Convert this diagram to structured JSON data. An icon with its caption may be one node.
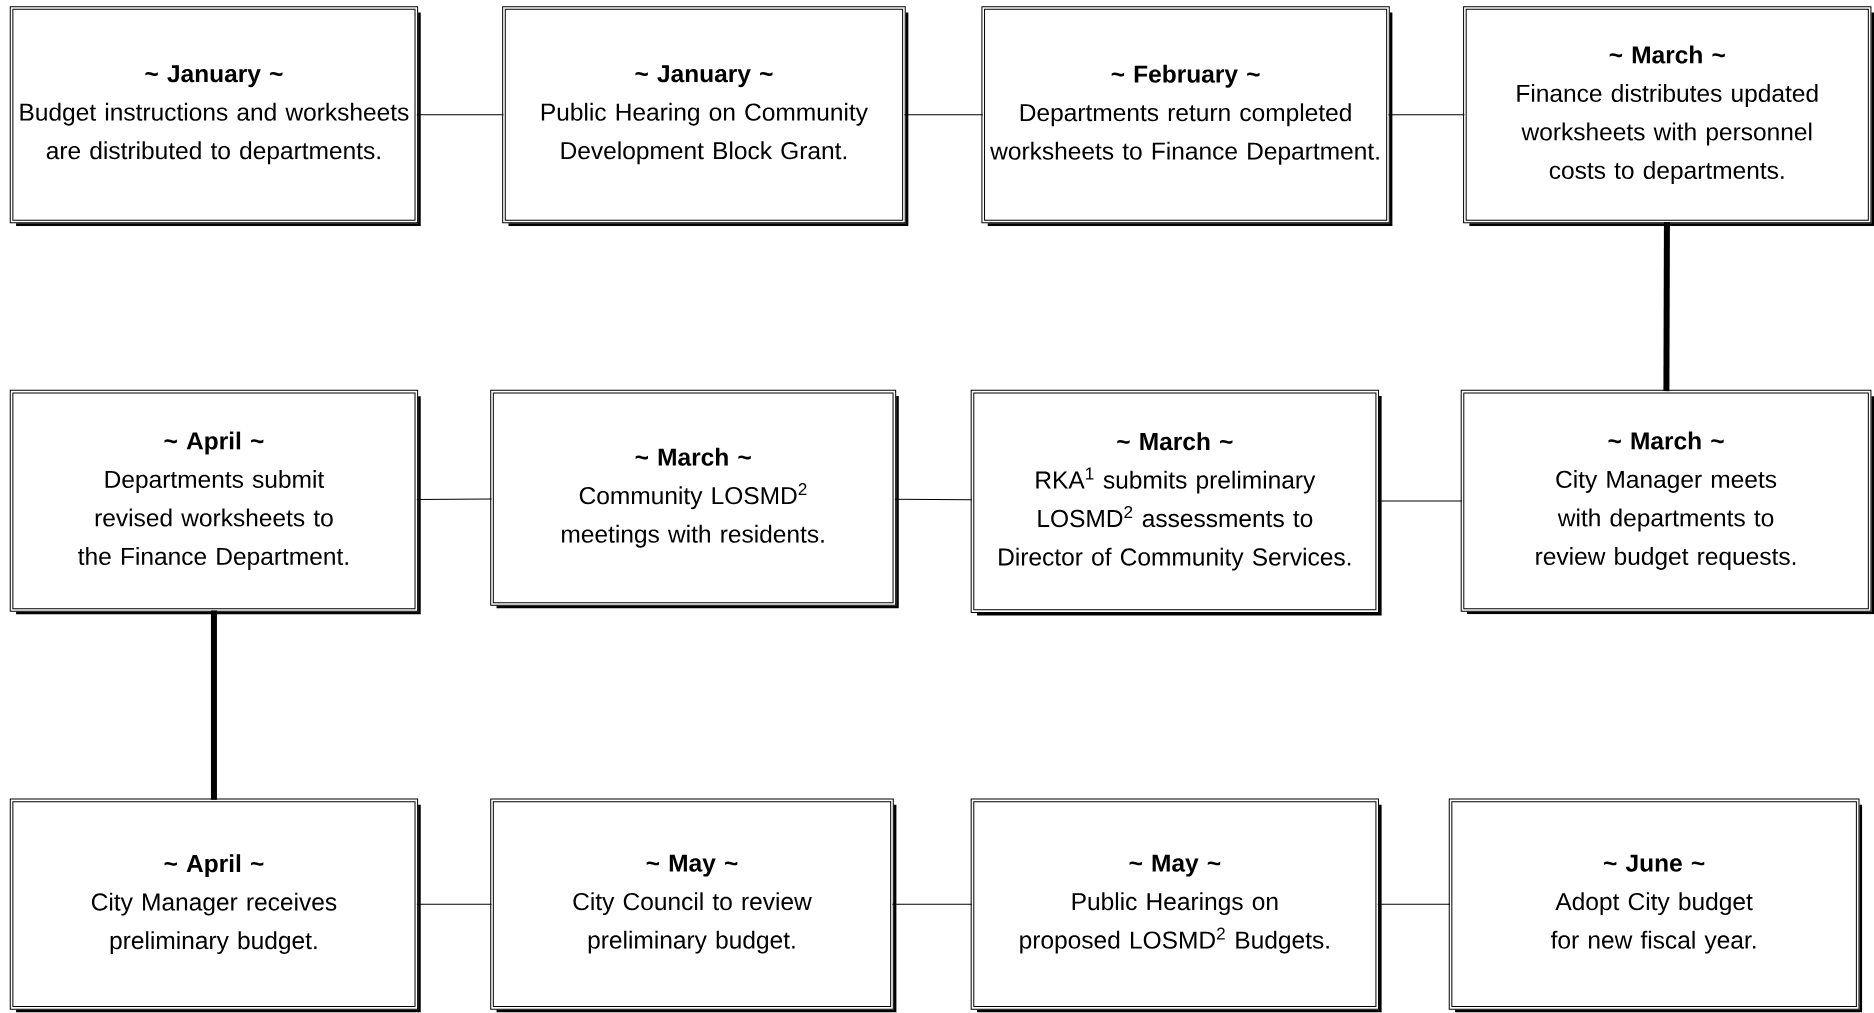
{
  "diagram": {
    "nodes": [
      {
        "text": [
          "~ January ~",
          "Budget instructions and worksheets are distributed to departments."
        ]
      },
      {
        "text": [
          "~ January ~",
          "Public Hearing on Community Development Block Grant."
        ]
      },
      {
        "text": [
          "~ February ~",
          "Departments return completed worksheets to Finance Department."
        ]
      },
      {
        "text": [
          "~ March ~",
          "Finance distributes updated worksheets with personnel costs to departments."
        ]
      },
      {
        "text": [
          "~ April ~",
          "Departments submit revised worksheets to the Finance Department."
        ]
      },
      {
        "text": [
          "~ March ~",
          "Community LOSMD$^{2}$ meetings with residents."
        ]
      },
      {
        "text": [
          "~ March ~",
          "RKA$^{1}$ submits preliminary LOSMD$^{2}$ assessments to Director of Community Services."
        ]
      },
      {
        "text": [
          "~ March ~",
          "City Manager meets with departments to review budget requests."
        ]
      },
      {
        "text": [
          "~ April ~",
          "City Manager receives preliminary budget."
        ]
      },
      {
        "text": [
          "~ May ~",
          "City Council  to review preliminary budget."
        ]
      },
      {
        "text": [
          "~ May ~",
          "Public Hearings on proposed LOSMD$^{2}$ Budgets."
        ]
      },
      {
        "text": [
          "~ June ~",
          "Adopt City budget for new fiscal year."
        ]
      }
    ],
    "edges": [
      {
        "from": 0,
        "to": 1,
        "arrow": "none"
      },
      {
        "from": 1,
        "to": 2,
        "arrow": "none"
      },
      {
        "from": 2,
        "to": 3,
        "arrow": "none"
      },
      {
        "from": 3,
        "to": 7,
        "arrow": "none",
        "style": "thick"
      },
      {
        "from": 7,
        "to": 6,
        "arrow": "none"
      },
      {
        "from": 6,
        "to": 5,
        "arrow": "none"
      },
      {
        "from": 5,
        "to": 4,
        "arrow": "none"
      },
      {
        "from": 4,
        "to": 8,
        "arrow": "none",
        "style": "thick"
      },
      {
        "from": 8,
        "to": 9,
        "arrow": "none"
      },
      {
        "from": 9,
        "to": 10,
        "arrow": "none"
      },
      {
        "from": 10,
        "to": 11,
        "arrow": "none"
      }
    ]
  }
}
